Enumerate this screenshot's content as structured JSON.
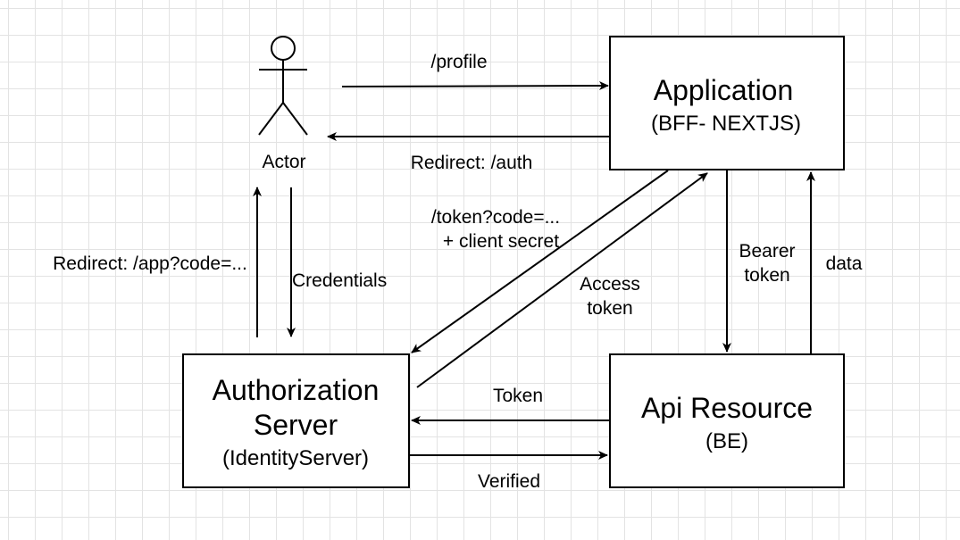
{
  "actor": {
    "label": "Actor"
  },
  "boxes": {
    "application": {
      "title": "Application",
      "subtitle": "(BFF- NEXTJS)"
    },
    "auth_server": {
      "title_line1": "Authorization",
      "title_line2": "Server",
      "subtitle": "(IdentityServer)"
    },
    "api_resource": {
      "title": "Api Resource",
      "subtitle": "(BE)"
    }
  },
  "edges": {
    "profile": "/profile",
    "redirect_auth": "Redirect: /auth",
    "redirect_app": "Redirect: /app?code=...",
    "credentials": "Credentials",
    "token_code_line1": "/token?code=...",
    "token_code_line2": "+ client secret",
    "access_token_line1": "Access",
    "access_token_line2": "token",
    "bearer_token_line1": "Bearer",
    "bearer_token_line2": "token",
    "data": "data",
    "token": "Token",
    "verified": "Verified"
  }
}
